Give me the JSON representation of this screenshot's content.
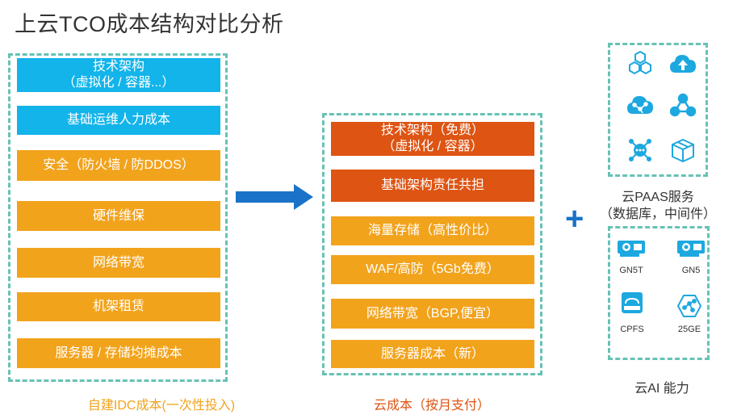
{
  "title": "上云TCO成本结构对比分析",
  "left": {
    "caption": "自建IDC成本(一次性投入)",
    "items": [
      {
        "line1": "技术架构",
        "line2": "（虚拟化 / 容器...）"
      },
      {
        "line1": "基础运维人力成本"
      },
      {
        "line1": "安全（防火墙 / 防DDOS）"
      },
      {
        "line1": "硬件维保"
      },
      {
        "line1": "网络带宽"
      },
      {
        "line1": "机架租赁"
      },
      {
        "line1": "服务器 / 存储均摊成本"
      }
    ]
  },
  "middle": {
    "caption": "云成本（按月支付）",
    "items": [
      {
        "line1": "技术架构（免费）",
        "line2": "（虚拟化 / 容器）"
      },
      {
        "line1": "基础架构责任共担"
      },
      {
        "line1": "海量存储（高性价比）"
      },
      {
        "line1": "WAF/高防（5Gb免费）"
      },
      {
        "line1": "网络带宽（BGP,便宜）"
      },
      {
        "line1": "服务器成本（新）"
      }
    ]
  },
  "plus": "+",
  "paas": {
    "label_line1": "云PAAS服务",
    "label_line2": "（数据库，中间件）",
    "icons": [
      "hexagon-cluster-icon",
      "cloud-upload-icon",
      "cloud-network-icon",
      "node-graph-icon",
      "chat-hub-icon",
      "cube-box-icon"
    ]
  },
  "ai": {
    "label": "云AI 能力",
    "items": [
      {
        "label": "GN5T",
        "icon": "gpu-card-icon"
      },
      {
        "label": "GN5",
        "icon": "gpu-card-icon"
      },
      {
        "label": "CPFS",
        "icon": "storage-drive-icon"
      },
      {
        "label": "25GE",
        "icon": "network-hexagon-icon"
      }
    ]
  },
  "colors": {
    "blue": "#12b4ea",
    "orange": "#f2a31c",
    "dark_orange": "#de5413",
    "dashed": "#66c2b4",
    "arrow": "#1a73c8",
    "left_caption": "#f2a31c",
    "middle_caption": "#de5413",
    "icon": "#1da8e0"
  }
}
